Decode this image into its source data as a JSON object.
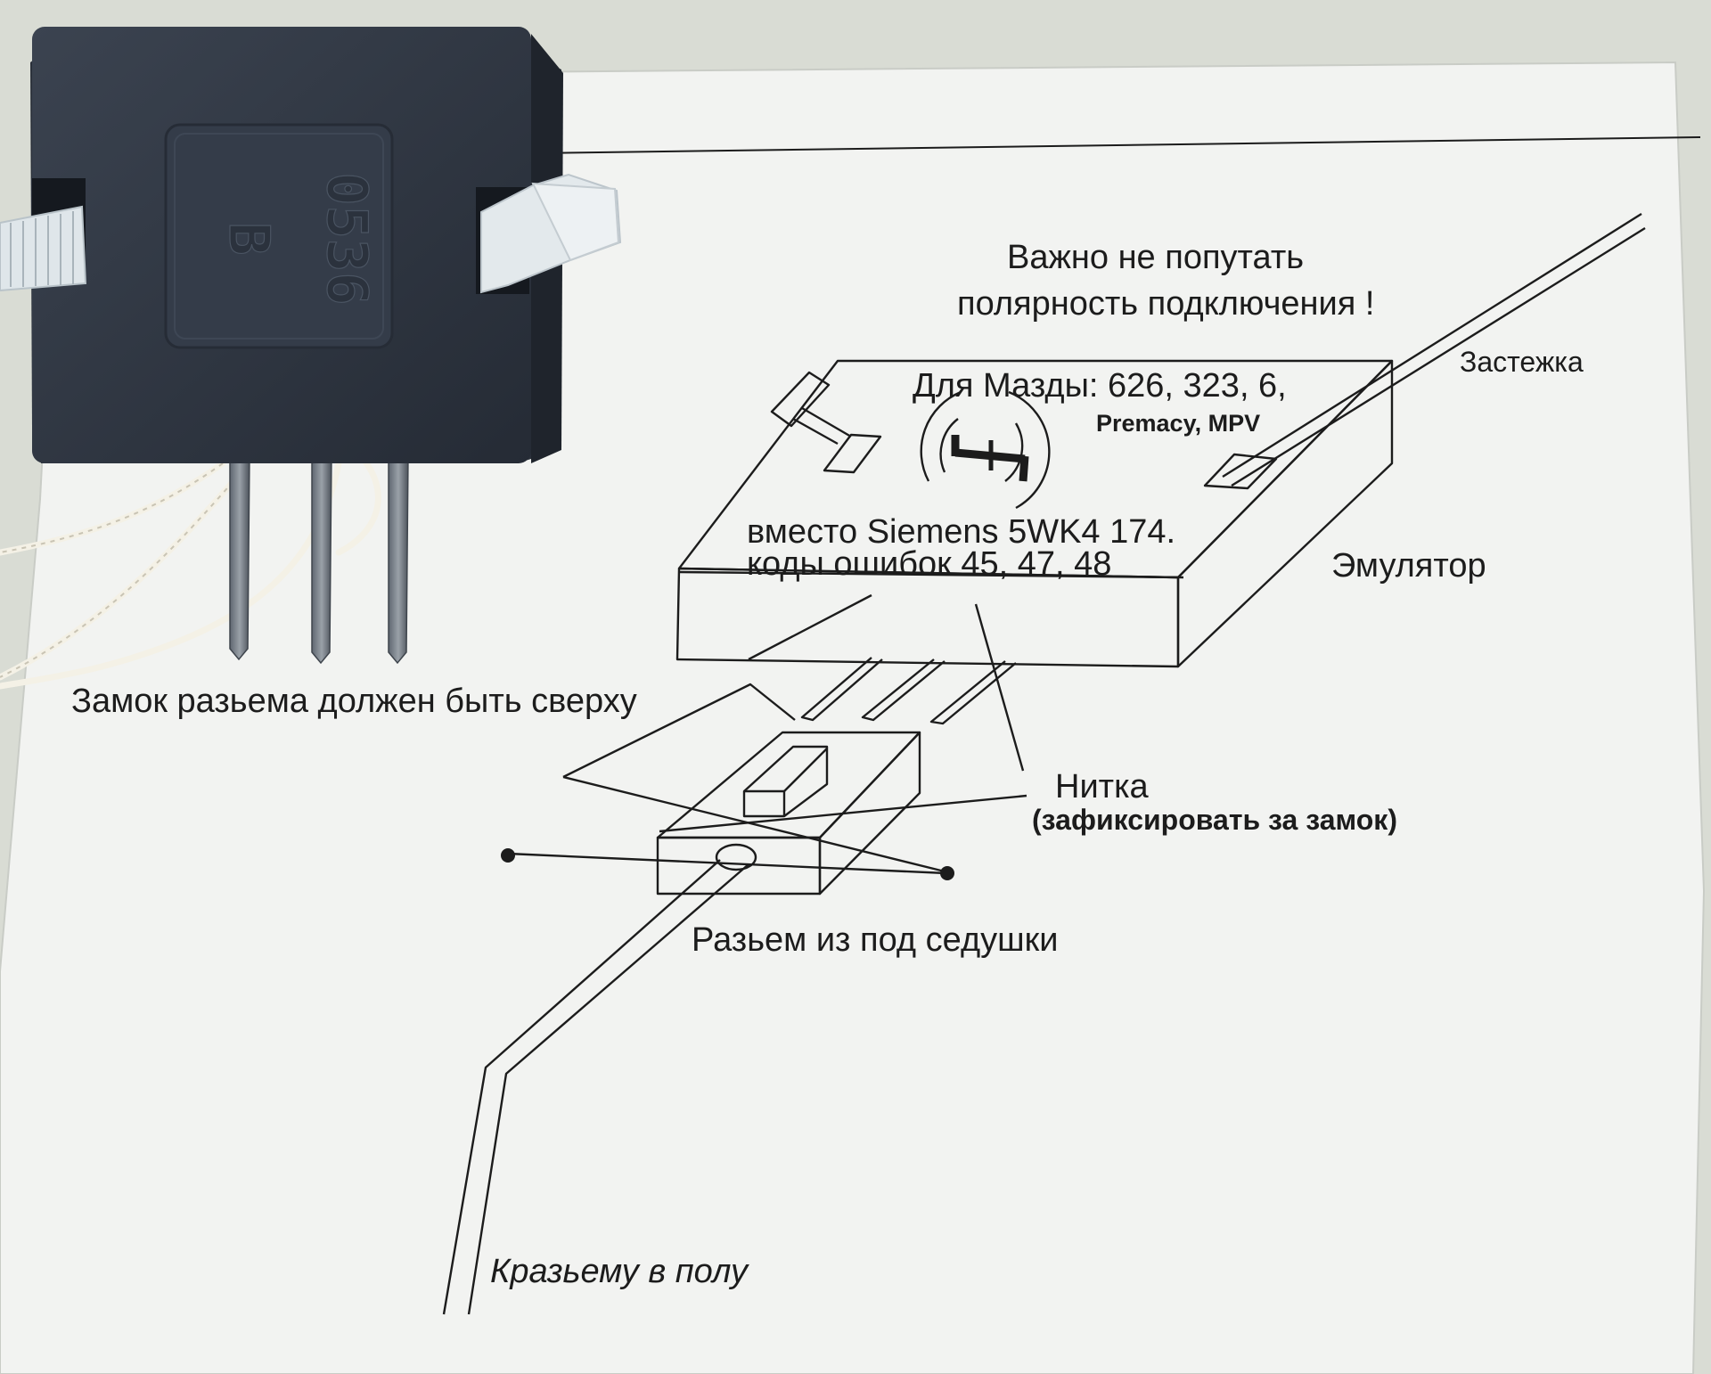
{
  "photo": {
    "description_free": true,
    "colors": {
      "background": "#d9dcd4",
      "paper": "#f2f3f1",
      "ink": "#1c1c1c",
      "module_body": "#323945",
      "cable_tie": "#dfe6ea",
      "thread": "#f4f1e6"
    }
  },
  "module": {
    "marking_letter": "B",
    "marking_code": "0536"
  },
  "diagram": {
    "warning_line1": "Важно не попутать",
    "warning_line2": "полярность подключения !",
    "clip_label": "Застежка",
    "models_line": "Для Мазды: 626, 323, 6,",
    "models_bold": "Premacy, MPV",
    "replaces_line": "вместо Siemens 5WK4 174.",
    "error_codes_line": "коды ошибок 45, 47, 48",
    "emulator_label": "Эмулятор",
    "lock_note": "Замок разьема должен быть сверху",
    "thread_label": "Нитка",
    "thread_note": "(зафиксировать за замок)",
    "seat_connector_label": "Разьем из под седушки",
    "floor_connector_label": "Кразьему в полу"
  }
}
